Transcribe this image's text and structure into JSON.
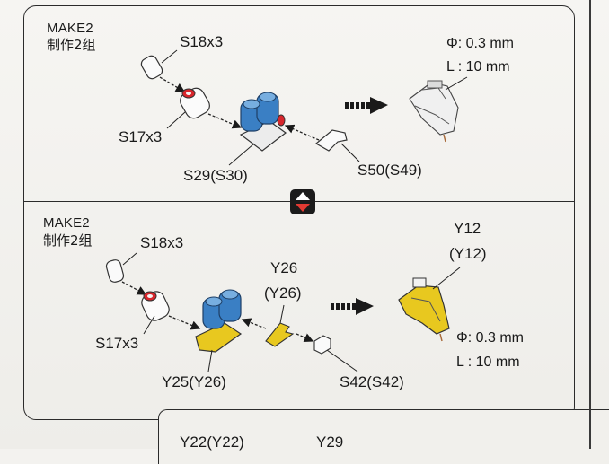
{
  "top": {
    "make_label": "MAKE2",
    "make_label_cn": "制作2组",
    "part_s18": "S18x3",
    "part_s17": "S17x3",
    "part_s29": "S29(S30)",
    "part_s50": "S50(S49)",
    "spec_phi": "Φ: 0.3 mm",
    "spec_len": "L : 10  mm"
  },
  "bottom": {
    "make_label": "MAKE2",
    "make_label_cn": "制作2组",
    "part_s18": "S18x3",
    "part_s17": "S17x3",
    "part_y25": "Y25(Y26)",
    "part_y26_line1": "Y26",
    "part_y26_line2": "(Y26)",
    "part_s42": "S42(S42)",
    "part_y12_line1": "Y12",
    "part_y12_line2": "(Y12)",
    "spec_phi": "Φ: 0.3 mm",
    "spec_len": "L : 10  mm"
  },
  "footer": {
    "label_y22": "Y22(Y22)",
    "label_y29": "Y29"
  },
  "colors": {
    "blue_part": "#3a7fc4",
    "yellow_part": "#e8c81f",
    "red_part": "#d8262c",
    "swap_icon": "#1b1b1b"
  },
  "icons": {
    "swap": "up-down-swap-icon"
  }
}
